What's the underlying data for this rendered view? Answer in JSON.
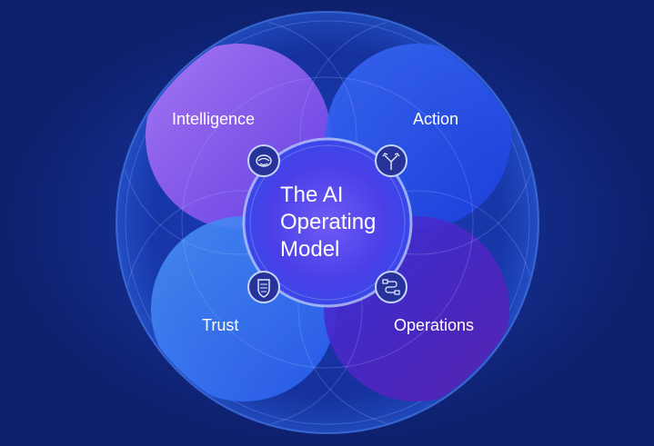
{
  "diagram": {
    "title_lines": [
      "The AI",
      "Operating",
      "Model"
    ],
    "petals": [
      {
        "id": "intelligence",
        "label": "Intelligence",
        "icon": "brain-icon",
        "color": "#9a5cf0"
      },
      {
        "id": "action",
        "label": "Action",
        "icon": "diverging-arrows-icon",
        "color": "#2f5cf2"
      },
      {
        "id": "trust",
        "label": "Trust",
        "icon": "shield-icon",
        "color": "#3b7bf2"
      },
      {
        "id": "operations",
        "label": "Operations",
        "icon": "workflow-icon",
        "color": "#5a2bc8"
      }
    ],
    "colors": {
      "background": "#0d1f6b",
      "outer_ring": "#2a5fe8",
      "center_glow": "#5b4cf5"
    }
  }
}
